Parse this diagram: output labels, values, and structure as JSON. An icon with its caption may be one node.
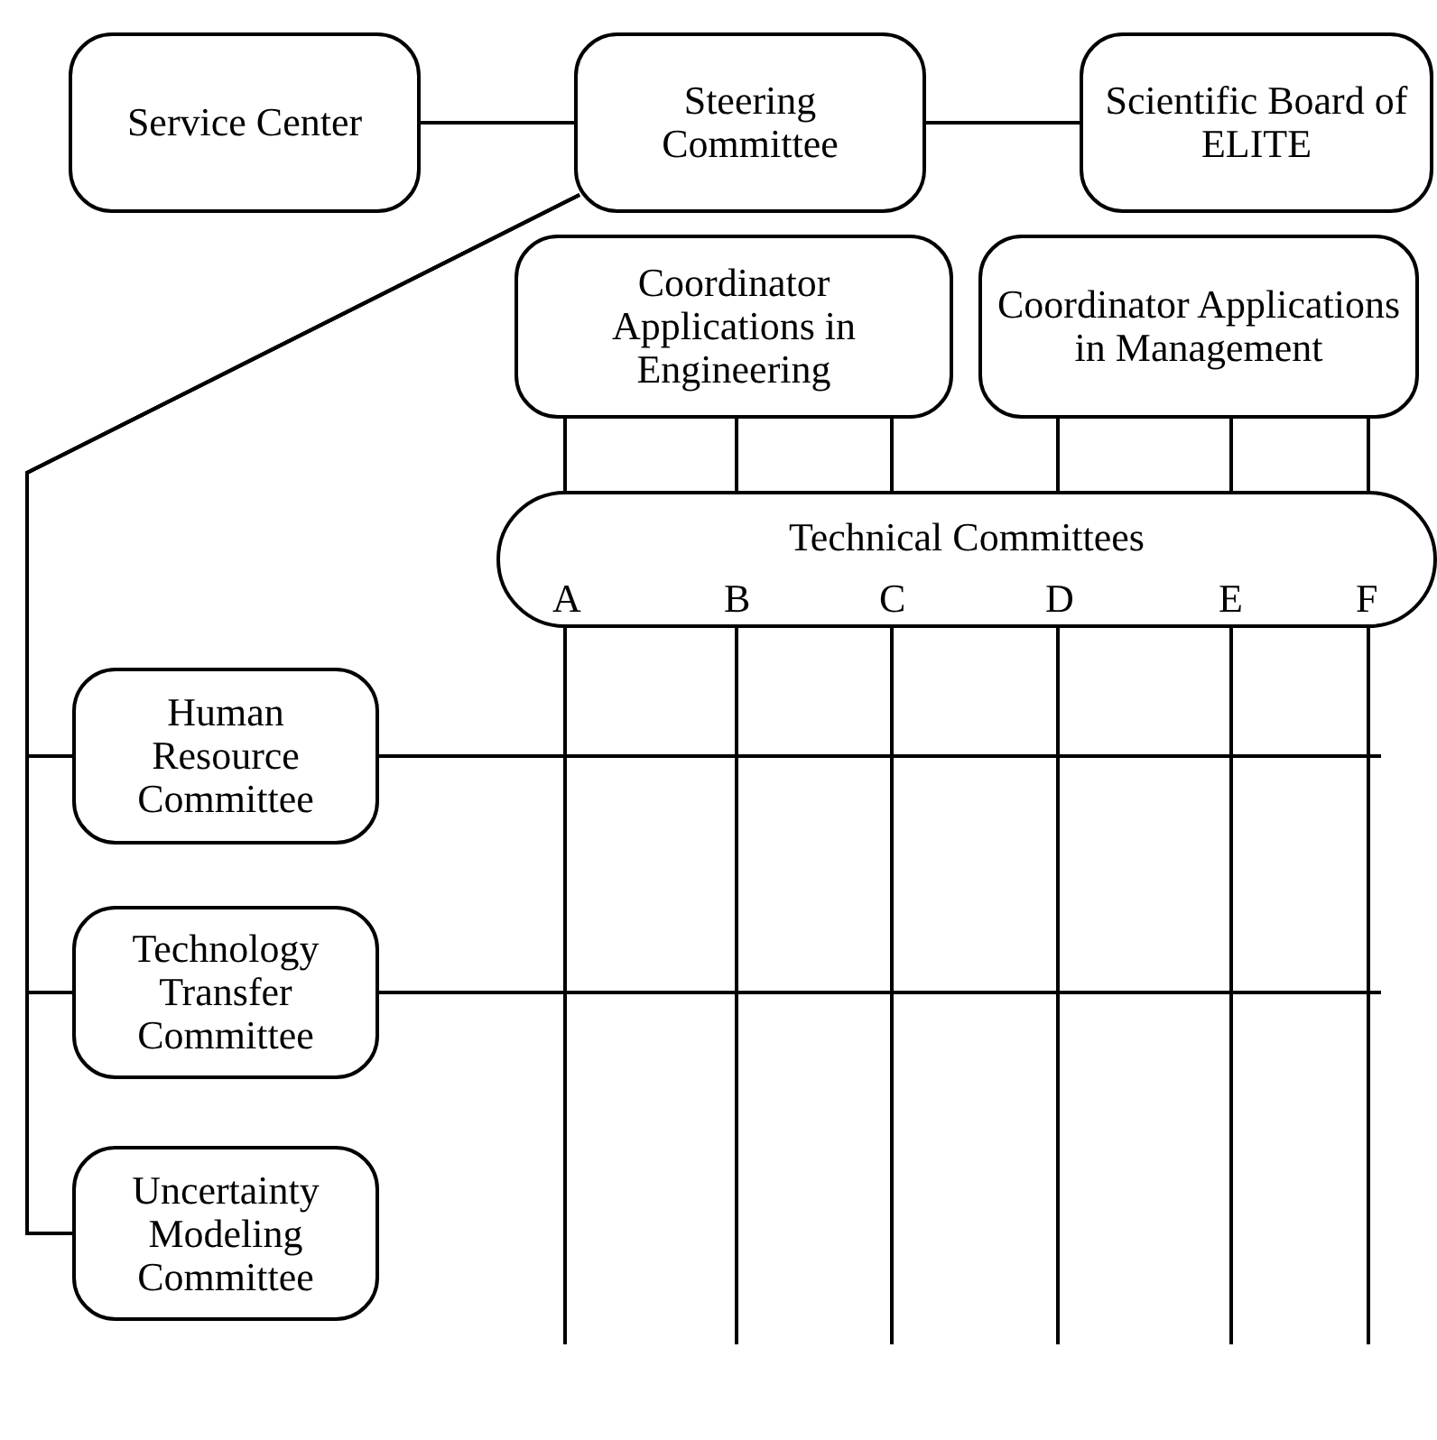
{
  "diagram": {
    "nodes": [
      {
        "text": [
          "Service Center"
        ]
      },
      {
        "text": [
          "Steering Committee"
        ]
      },
      {
        "text": [
          "Scientific Board of ELITE"
        ]
      },
      {
        "text": [
          "Coordinator Applications in Engineering"
        ]
      },
      {
        "text": [
          "Coordinator Applications in Management"
        ]
      },
      {
        "text": [
          "Technical Committees",
          "A",
          "B",
          "C",
          "D",
          "E",
          "F"
        ]
      },
      {
        "text": [
          "Human Resource Committee"
        ]
      },
      {
        "text": [
          "Technology Transfer Committee"
        ]
      },
      {
        "text": [
          "Uncertainty Modeling Committee"
        ]
      }
    ],
    "edges": [
      {
        "from": 0,
        "to": 1,
        "arrow": "none"
      },
      {
        "from": 1,
        "to": 2,
        "arrow": "none"
      },
      {
        "from": 1,
        "to": 6,
        "arrow": "none"
      },
      {
        "from": 1,
        "to": 7,
        "arrow": "none"
      },
      {
        "from": 1,
        "to": 8,
        "arrow": "none"
      },
      {
        "from": 3,
        "to": 5,
        "arrow": "none"
      },
      {
        "from": 3,
        "to": 5,
        "arrow": "none"
      },
      {
        "from": 3,
        "to": 5,
        "arrow": "none"
      },
      {
        "from": 4,
        "to": 5,
        "arrow": "none"
      },
      {
        "from": 4,
        "to": 5,
        "arrow": "none"
      },
      {
        "from": 4,
        "to": 5,
        "arrow": "none"
      },
      {
        "from": 5,
        "to": null,
        "arrow": "none"
      },
      {
        "from": 5,
        "to": null,
        "arrow": "none"
      },
      {
        "from": 5,
        "to": null,
        "arrow": "none"
      },
      {
        "from": 5,
        "to": null,
        "arrow": "none"
      },
      {
        "from": 5,
        "to": null,
        "arrow": "none"
      },
      {
        "from": 5,
        "to": null,
        "arrow": "none"
      },
      {
        "from": 6,
        "to": null,
        "arrow": "none"
      },
      {
        "from": 7,
        "to": null,
        "arrow": "none"
      }
    ]
  }
}
